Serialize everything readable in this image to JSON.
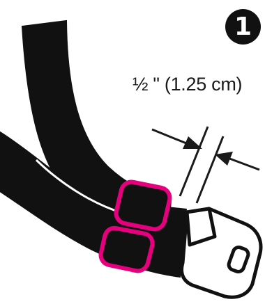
{
  "step": {
    "number": "1",
    "icon": "step-1-badge"
  },
  "measurement": {
    "label": "½ \" (1.25 cm)"
  },
  "colors": {
    "belt": "#111111",
    "clip": "#e6007e",
    "line": "#1a1a1a",
    "background": "#ffffff"
  }
}
